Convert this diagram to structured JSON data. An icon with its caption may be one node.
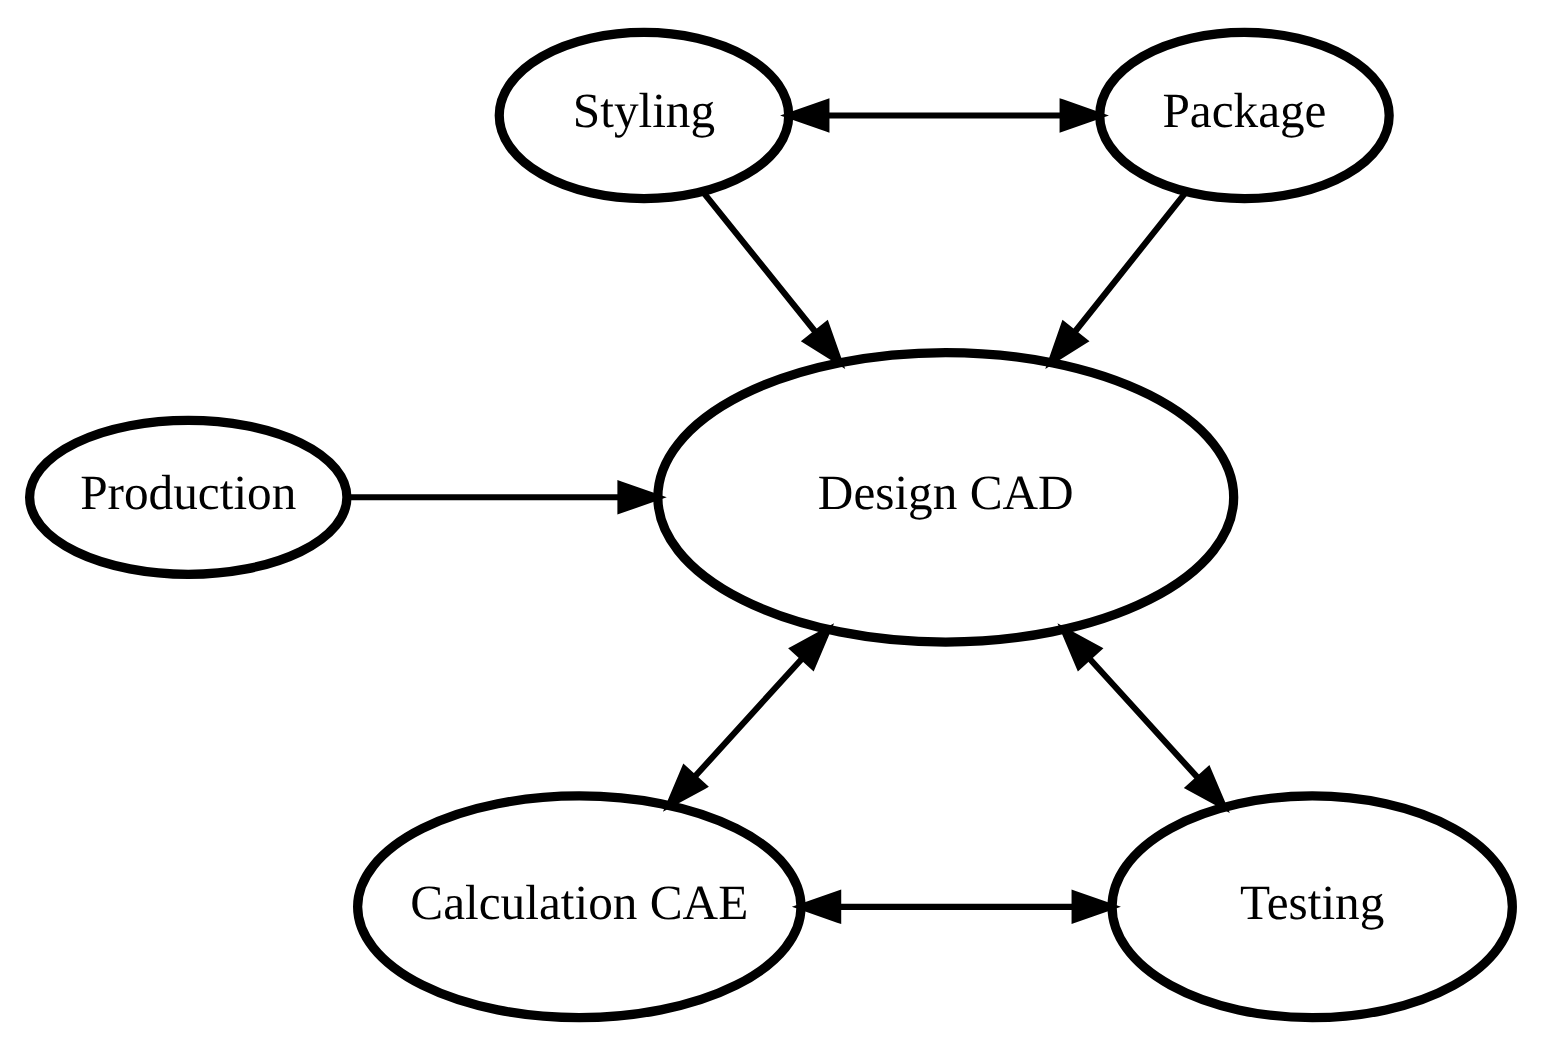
{
  "diagram": {
    "nodes": [
      {
        "text": [
          "Styling"
        ]
      },
      {
        "text": [
          "Package"
        ]
      },
      {
        "text": [
          "Production"
        ]
      },
      {
        "text": [
          "Design CAD"
        ]
      },
      {
        "text": [
          "Calculation CAE"
        ]
      },
      {
        "text": [
          "Testing"
        ]
      }
    ],
    "edges": [
      {
        "from": 0,
        "to": 1,
        "arrow": "both"
      },
      {
        "from": 0,
        "to": 3,
        "arrow": "to"
      },
      {
        "from": 1,
        "to": 3,
        "arrow": "to"
      },
      {
        "from": 2,
        "to": 3,
        "arrow": "to"
      },
      {
        "from": 3,
        "to": 4,
        "arrow": "both"
      },
      {
        "from": 3,
        "to": 5,
        "arrow": "both"
      },
      {
        "from": 4,
        "to": 5,
        "arrow": "both"
      }
    ]
  }
}
